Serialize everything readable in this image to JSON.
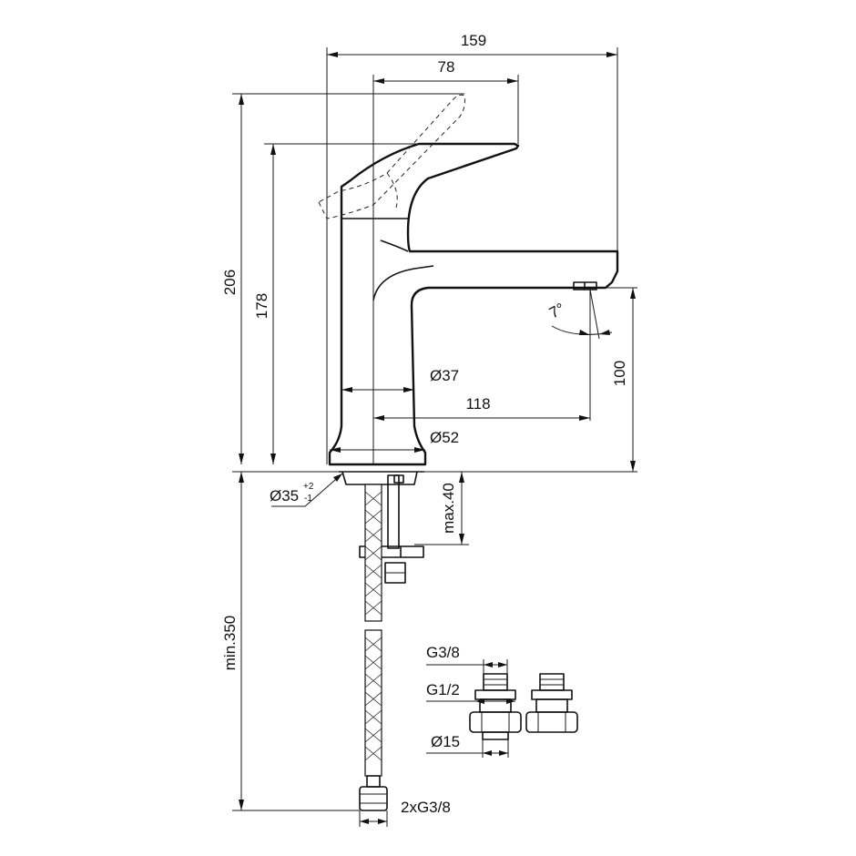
{
  "dimensions": {
    "overall_length": "159",
    "lever_reach": "78",
    "total_height": "206",
    "lever_height": "178",
    "spout_clearance": "100",
    "spray_angle": "7°",
    "body_diameter": "Ø37",
    "spout_projection": "118",
    "base_diameter": "Ø52",
    "hole_diameter": "Ø35",
    "hole_tolerance_plus": "+2",
    "hole_tolerance_minus": "-1",
    "max_deck_thickness": "max.40",
    "min_hose_length": "min.350",
    "hose_connection": "2xG3/8"
  },
  "fittings": {
    "thread_outlet": "G3/8",
    "thread_inlet": "G1/2",
    "pipe_diameter": "Ø15"
  }
}
